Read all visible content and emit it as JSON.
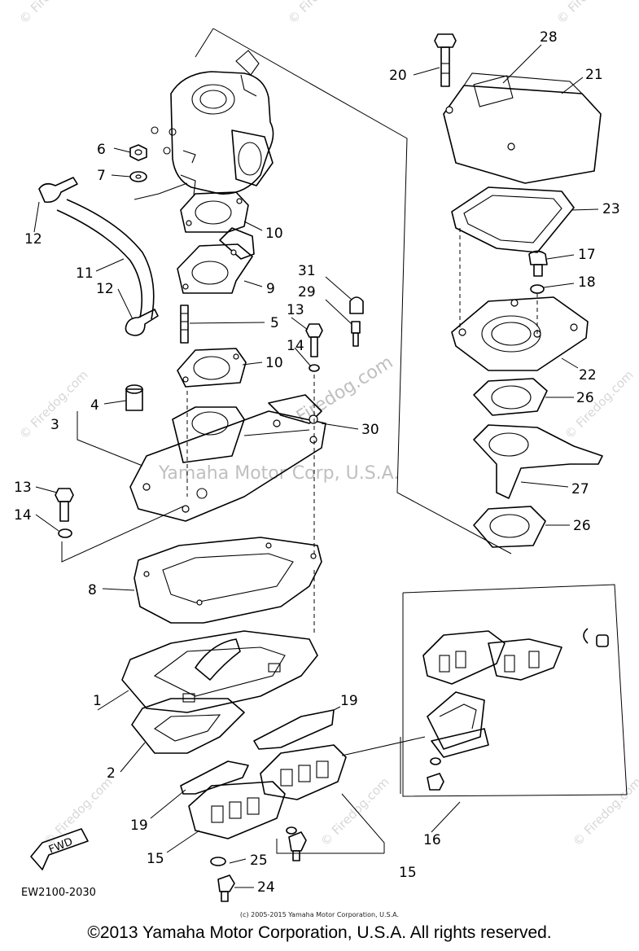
{
  "diagram": {
    "doc_code": "EW2100-2030",
    "watermark_center": "Yamaha Motor Corp, U.S.A.",
    "watermark_site": "Firedog.com",
    "watermark_corner": "© Firedog.com",
    "fwd_label": "FWD",
    "callouts": {
      "c1": "1",
      "c2": "2",
      "c3": "3",
      "c4": "4",
      "c5": "5",
      "c6": "6",
      "c7": "7",
      "c8": "8",
      "c9": "9",
      "c10a": "10",
      "c10b": "10",
      "c11": "11",
      "c12a": "12",
      "c12b": "12",
      "c13a": "13",
      "c13b": "13",
      "c14a": "14",
      "c14b": "14",
      "c15a": "15",
      "c15b": "15",
      "c16": "16",
      "c17": "17",
      "c18": "18",
      "c19a": "19",
      "c19b": "19",
      "c20": "20",
      "c21": "21",
      "c22": "22",
      "c23": "23",
      "c24": "24",
      "c25": "25",
      "c26a": "26",
      "c26b": "26",
      "c27": "27",
      "c28": "28",
      "c29": "29",
      "c30": "30",
      "c31": "31"
    }
  },
  "footer": {
    "source_line": "(c) 2005-2015 Yamaha Motor Corporation, U.S.A.",
    "copyright": "©2013 Yamaha Motor Corporation, U.S.A. All rights reserved."
  }
}
